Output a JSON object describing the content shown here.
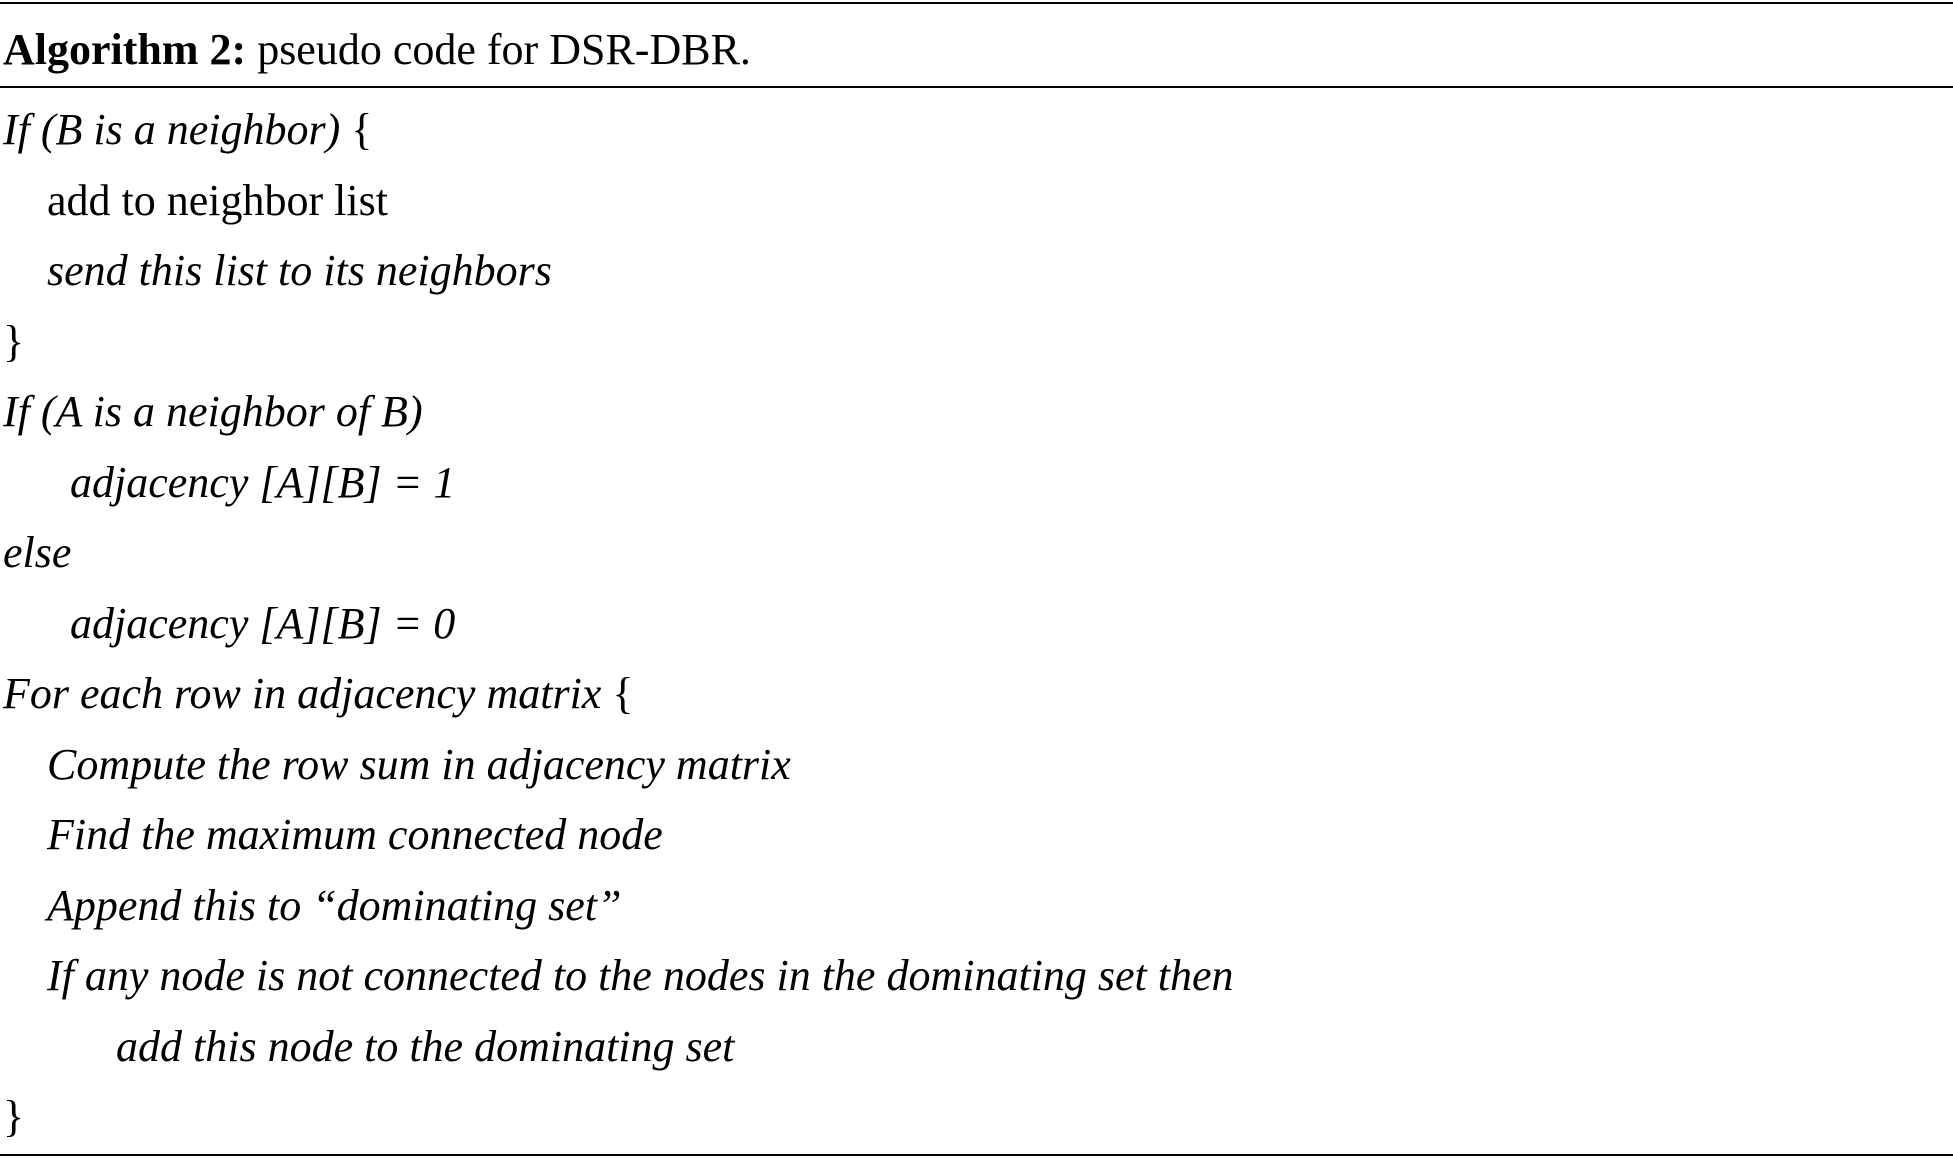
{
  "caption": {
    "label": "Algorithm 2:",
    "text": "pseudo code for DSR-DBR."
  },
  "lines": [
    {
      "italic": "If (B is a neighbor) ",
      "plain": "{"
    },
    {
      "italic": "",
      "plain": "add to neighbor list"
    },
    {
      "italic": "send this list to its neighbors",
      "plain": ""
    },
    {
      "italic": "",
      "plain": "}"
    },
    {
      "italic": "If (A is a neighbor of B)",
      "plain": ""
    },
    {
      "italic": "adjacency [A][B] = 1",
      "plain": ""
    },
    {
      "italic": "else",
      "plain": ""
    },
    {
      "italic": "adjacency [A][B] = 0",
      "plain": ""
    },
    {
      "italic": "For each row in adjacency matrix ",
      "plain": "{"
    },
    {
      "italic": "Compute the row sum in adjacency matrix",
      "plain": ""
    },
    {
      "italic": "Find the maximum connected node",
      "plain": ""
    },
    {
      "italic": "Append this to “dominating set”",
      "plain": ""
    },
    {
      "italic": "If any node is not connected to the nodes in the dominating set then",
      "plain": ""
    },
    {
      "italic": "add this node to the dominating set",
      "plain": ""
    },
    {
      "italic": "",
      "plain": "}"
    }
  ]
}
